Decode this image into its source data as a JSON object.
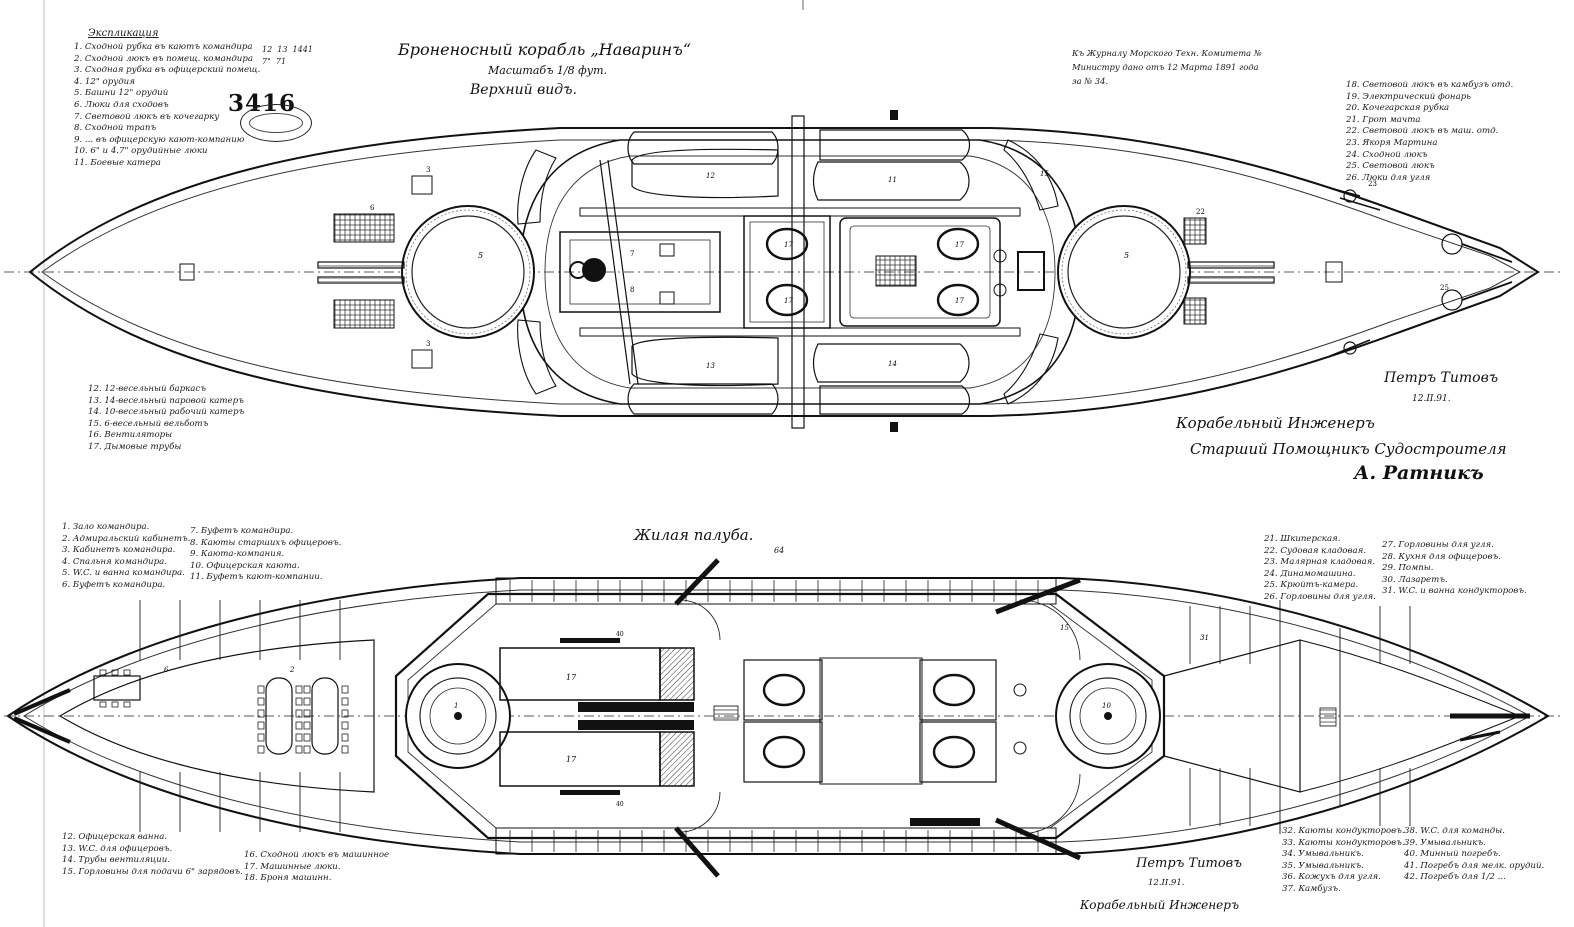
{
  "sheet": {
    "inventory_number": "3416",
    "archive_stamp_icon": "archive-stamp-oval",
    "ink_color": "#111111",
    "paper_color": "#ffffff"
  },
  "top_view": {
    "title": "Броненосный корабль „Наваринъ“",
    "scale": "Масштабъ 1/8 фут.",
    "subtitle": "Верхний видъ.",
    "legend_heading": "Экспликация",
    "legend_left": [
      "1. Сходной рубка въ каютъ командира",
      "2. Сходной люкъ въ помещ. командира",
      "3. Сходная рубка въ офицерский помещ.",
      "4. 12\" орудия",
      "5. Башни 12\" орудий",
      "6. Люки для сходовъ",
      "7. Световой люкъ въ кочегарку",
      "8. Сходной трапъ",
      "9. ... въ офицерскую кают-компанию",
      "10. 6\" и 4.7\" орудийные люки",
      "11. Боевые катера"
    ],
    "legend_left_small": "12  13  1441\n7\"  71",
    "legend_right": [
      "18. Световой люкъ въ камбузъ отд.",
      "19. Электрический фонарь",
      "20. Кочегарская рубка",
      "21. Грот мачта",
      "22. Световой люкъ въ маш. отд.",
      "23. Якоря Мартина",
      "24. Сходной люкъ",
      "25. Световой люкъ",
      "26. Люки для угля"
    ],
    "legend_boats": [
      "12. 12-весельный баркасъ",
      "13. 14-весельный паровой катеръ",
      "14. 10-весельный рабочий катеръ",
      "15. 6-весельный вельботъ",
      "16. Вентиляторы",
      "17. Дымовые трубы"
    ],
    "header_note": "Къ Журналу Морского Техн. Комитета №\nМинистру дано отъ 12 Марта 1891 года\nза № 34.",
    "signature_1": "Петръ Титовъ",
    "signature_1_date": "12.II.91.",
    "approval_line_1": "Корабельный Инженеръ",
    "approval_line_2": "Старший Помощникъ Судостроителя",
    "signature_2": "А. Ратникъ",
    "hull_labels": {
      "turret_fwd": "5",
      "turret_aft": "5",
      "boat_a": "12",
      "boat_b": "11",
      "boat_c": "13",
      "boat_d": "14",
      "boat_e": "15",
      "funnel_a": "17",
      "funnel_b": "17",
      "funnel_c": "17",
      "funnel_d": "17",
      "mark_3a": "3",
      "mark_3b": "3",
      "mark_6": "6",
      "mark_7": "7",
      "mark_8": "8",
      "mark_22": "22",
      "mark_23": "23",
      "mark_25": "25"
    }
  },
  "lower_view": {
    "title": "Жилая палуба.",
    "mark_64": "64",
    "legend_left_a": [
      "1. Зало командира.",
      "2. Адмиральский кабинетъ.",
      "3. Кабинетъ командира.",
      "4. Спальня командира.",
      "5. W.C. и ванна командира.",
      "6. Буфетъ командира."
    ],
    "legend_left_b": [
      "7. Буфетъ командира.",
      "8. Каюты старшихъ офицеровъ.",
      "9. Каюта-компания.",
      "10. Офицерская каюта.",
      "11. Буфетъ кают-компании."
    ],
    "legend_right_a": [
      "21. Шкиперская.",
      "22. Судовая кладовая.",
      "23. Малярная кладовая.",
      "24. Динамомашина.",
      "25. Крюйтъ-камера.",
      "26. Горловины для угля."
    ],
    "legend_right_b": [
      "27. Горловины для угля.",
      "28. Кухня для офицеровъ.",
      "29. Помпы.",
      "30. Лазаретъ.",
      "31. W.C. и ванна кондукторовъ."
    ],
    "legend_bottom_a": [
      "12. Офицерская ванна.",
      "13. W.C. для офицеровъ.",
      "14. Трубы вентиляции.",
      "15. Горловины для подачи 6\" зарядовъ."
    ],
    "legend_bottom_b": [
      "16. Сходной люкъ въ машинное",
      "17. Машинные люки.",
      "18. Броня машинн."
    ],
    "legend_bottom_c": [
      "32. Каюты кондукторовъ.",
      "33. Каюты кондукторовъ.",
      "34. Умывальникъ.",
      "35. Умывальникъ.",
      "36. Кожухъ для угля.",
      "37. Камбузъ."
    ],
    "legend_bottom_d": [
      "38. W.C. для команды.",
      "39. Умывальникъ.",
      "40. Минный погребъ.",
      "41. Погребъ для мелк. орудий.",
      "42. Погребъ для 1/2 ..."
    ],
    "signature": "Петръ Титовъ",
    "signature_date": "12.II.91.",
    "approval_line": "Корабельный Инженеръ",
    "deck_labels": {
      "hatch_a": "17",
      "hatch_b": "17",
      "turret_fwd": "1",
      "turret_aft": "10",
      "mark_40a": "40",
      "mark_40b": "40",
      "mark_15": "15",
      "mark_31": "31",
      "mark_2": "2",
      "mark_6": "6"
    }
  }
}
